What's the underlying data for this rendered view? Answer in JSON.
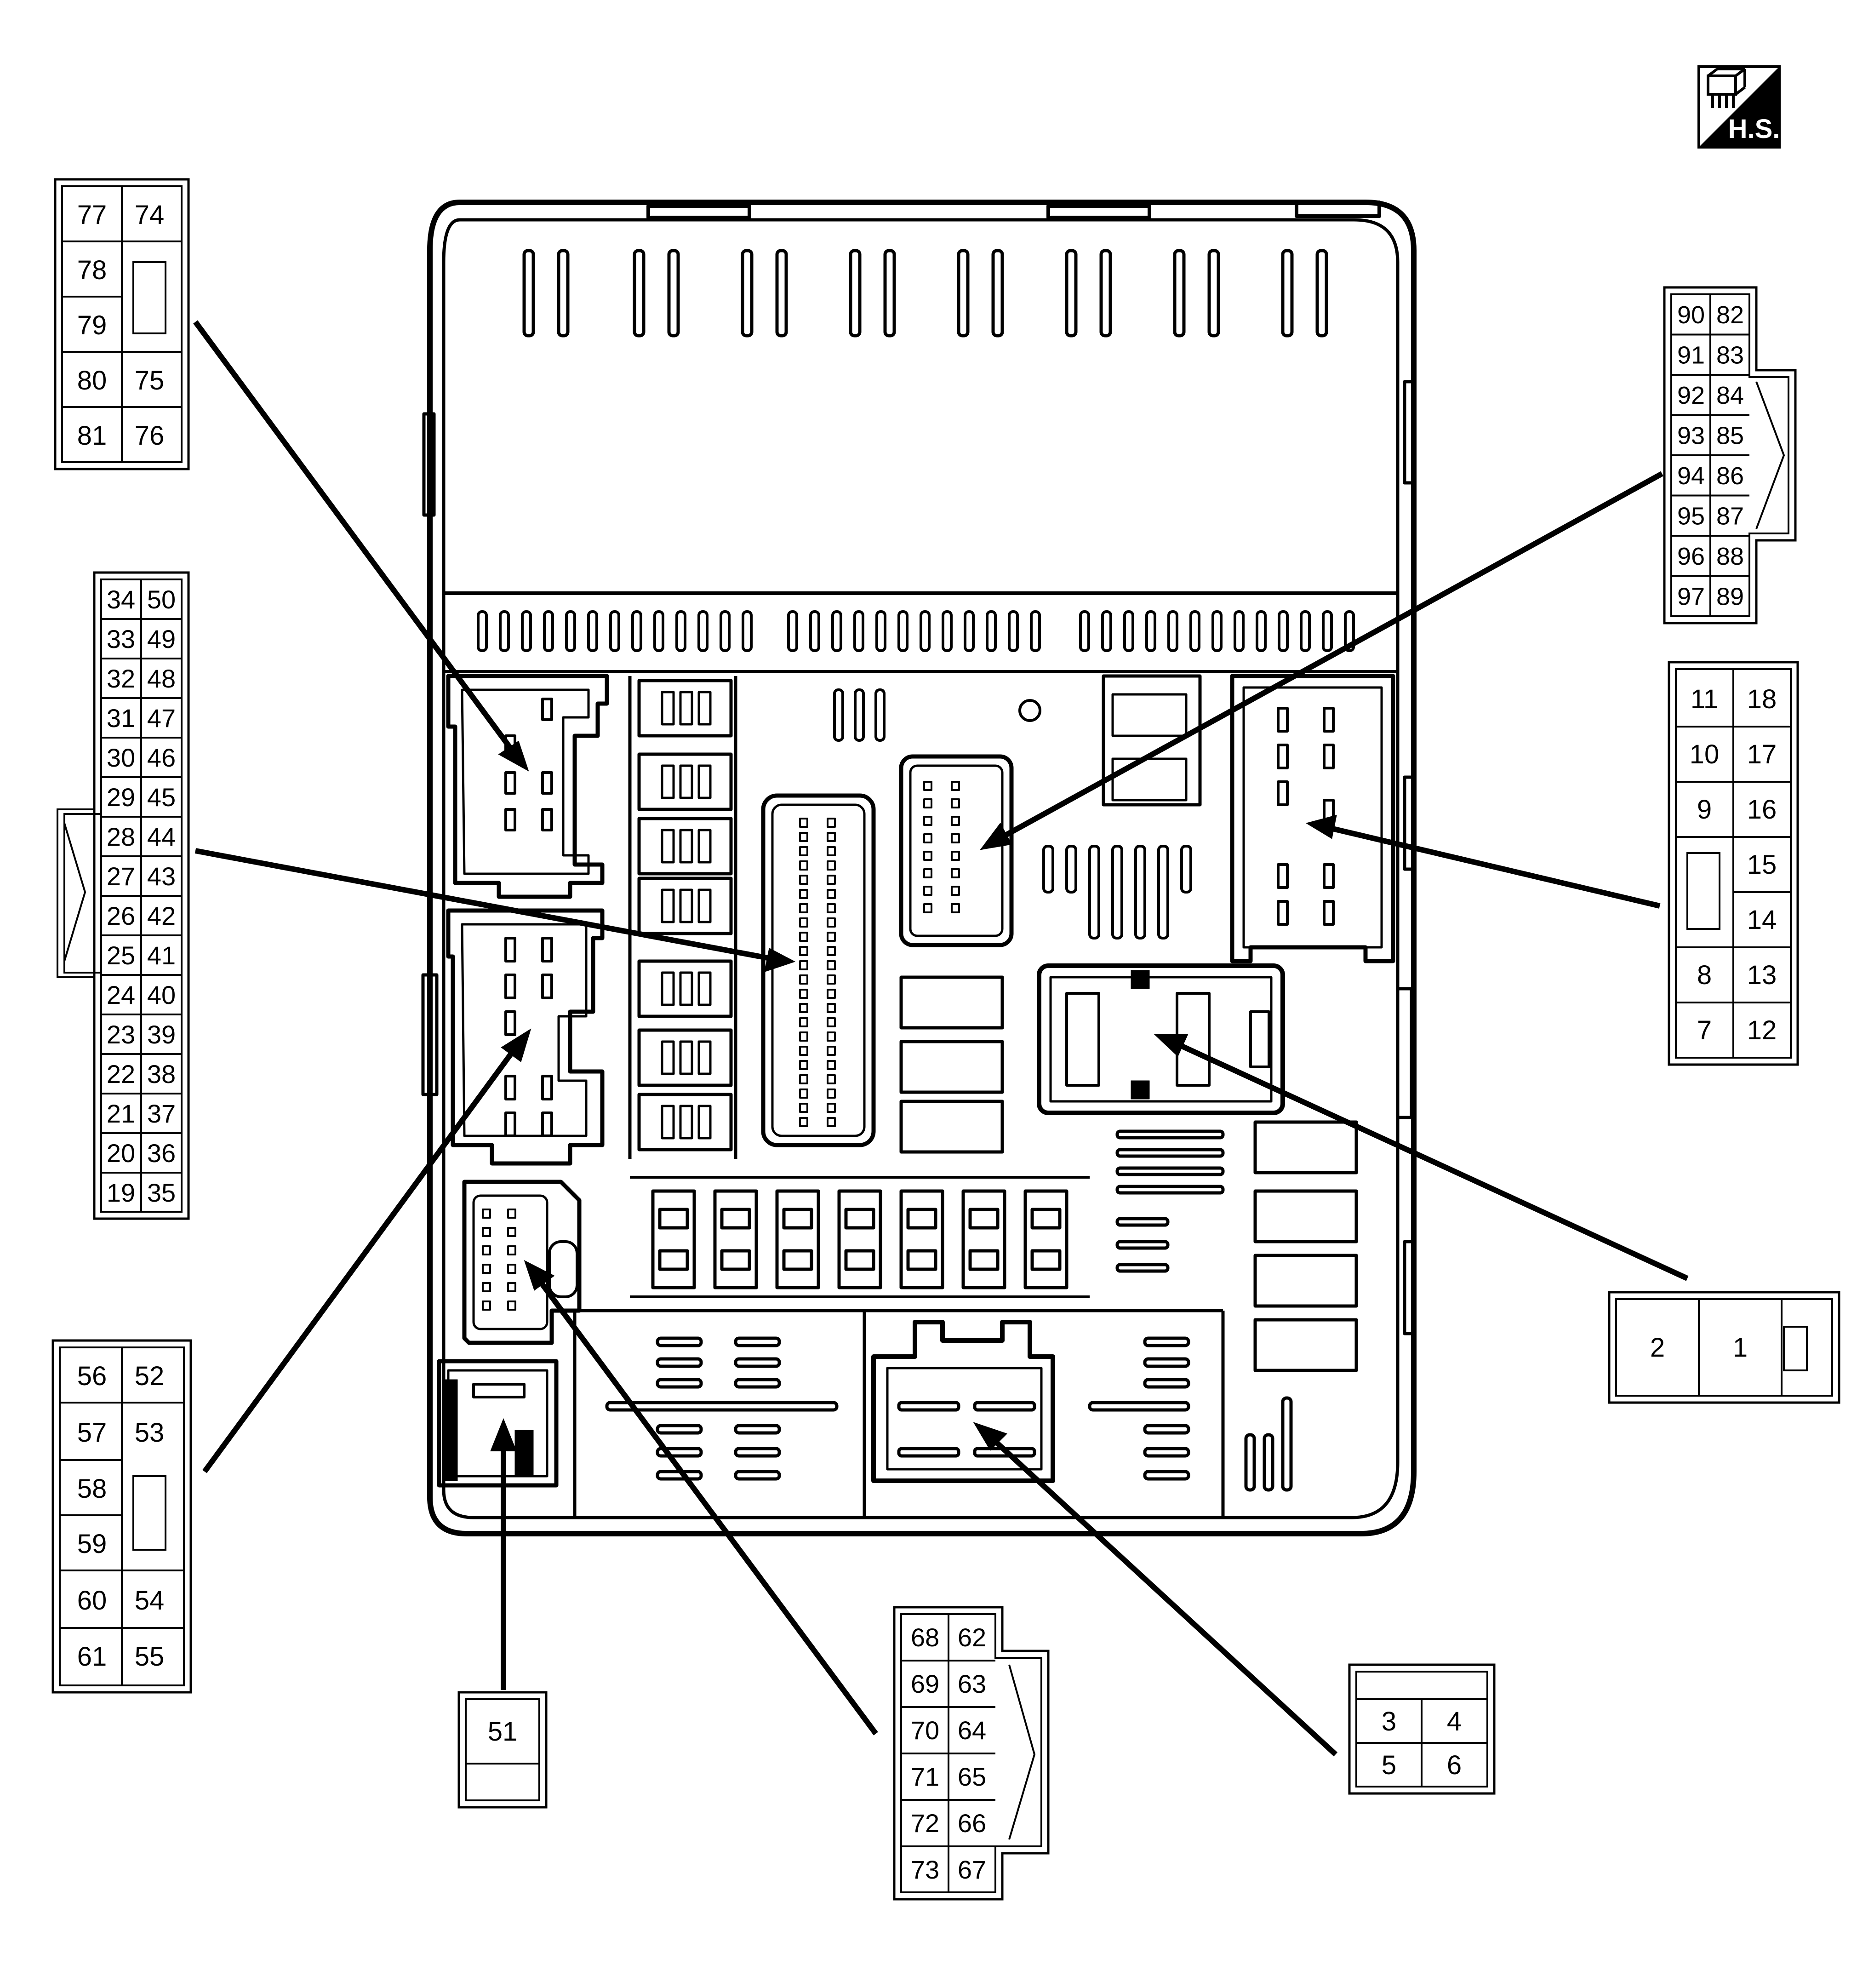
{
  "badge": {
    "label": "H.S.",
    "icon": "harness-side-icon"
  },
  "colors": {
    "ink": "#000000",
    "paper": "#ffffff"
  },
  "unit": {
    "description": "Fuse and relay box unit, harness side connector view"
  },
  "connectors": {
    "c77_81": {
      "cells": [
        [
          "77",
          "74"
        ],
        [
          "78",
          ""
        ],
        [
          "79",
          ""
        ],
        [
          "80",
          "75"
        ],
        [
          "81",
          "76"
        ]
      ]
    },
    "c19_50": {
      "cells": [
        [
          "34",
          "50"
        ],
        [
          "33",
          "49"
        ],
        [
          "32",
          "48"
        ],
        [
          "31",
          "47"
        ],
        [
          "30",
          "46"
        ],
        [
          "29",
          "45"
        ],
        [
          "28",
          "44"
        ],
        [
          "27",
          "43"
        ],
        [
          "26",
          "42"
        ],
        [
          "25",
          "41"
        ],
        [
          "24",
          "40"
        ],
        [
          "23",
          "39"
        ],
        [
          "22",
          "38"
        ],
        [
          "21",
          "37"
        ],
        [
          "20",
          "36"
        ],
        [
          "19",
          "35"
        ]
      ]
    },
    "c52_61": {
      "cells": [
        [
          "56",
          "52"
        ],
        [
          "57",
          "53"
        ],
        [
          "58",
          ""
        ],
        [
          "59",
          ""
        ],
        [
          "60",
          "54"
        ],
        [
          "61",
          "55"
        ]
      ]
    },
    "c51": {
      "pin": "51"
    },
    "c62_73": {
      "cells": [
        [
          "68",
          "62"
        ],
        [
          "69",
          "63"
        ],
        [
          "70",
          "64"
        ],
        [
          "71",
          "65"
        ],
        [
          "72",
          "66"
        ],
        [
          "73",
          "67"
        ]
      ]
    },
    "c3_6": {
      "cells": [
        [
          "3",
          "4"
        ],
        [
          "5",
          "6"
        ]
      ]
    },
    "c1_2": {
      "cells": [
        [
          "2",
          "1"
        ]
      ]
    },
    "c7_18": {
      "cells": [
        [
          "11",
          "18"
        ],
        [
          "10",
          "17"
        ],
        [
          "9",
          "16"
        ],
        [
          "",
          "15"
        ],
        [
          "",
          "14"
        ],
        [
          "8",
          "13"
        ],
        [
          "7",
          "12"
        ]
      ]
    },
    "c82_97": {
      "cells": [
        [
          "90",
          "82"
        ],
        [
          "91",
          "83"
        ],
        [
          "92",
          "84"
        ],
        [
          "93",
          "85"
        ],
        [
          "94",
          "86"
        ],
        [
          "95",
          "87"
        ],
        [
          "96",
          "88"
        ],
        [
          "97",
          "89"
        ]
      ]
    }
  }
}
